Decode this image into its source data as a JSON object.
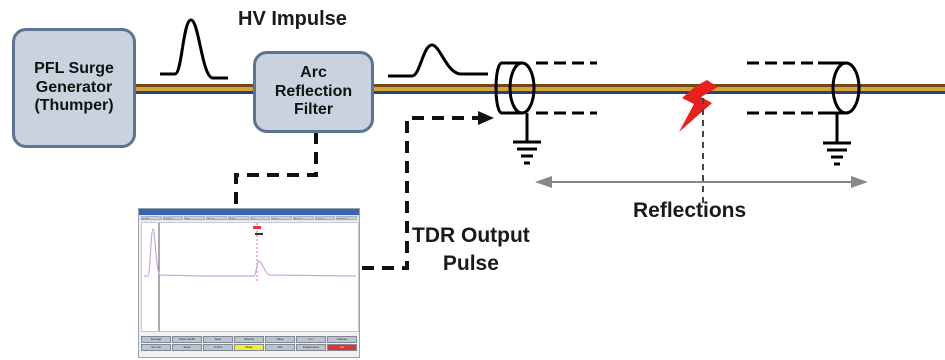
{
  "labels": {
    "generator": [
      "PFL Surge",
      "Generator",
      "(Thumper)"
    ],
    "filter": [
      "Arc",
      "Reflection",
      "Filter"
    ],
    "hv_impulse": "HV Impulse",
    "tdr_output": [
      "TDR Output",
      "Pulse"
    ],
    "reflections": "Reflections"
  },
  "colors": {
    "cable": "#c08a2b",
    "box_fill": "#c9d3e0",
    "box_border": "#5b7394",
    "fault": "#e8211f",
    "arrow": "#888888"
  },
  "tdr_screen": {
    "menu": [
      "Cable",
      "Setting",
      "Dis",
      "Zoom",
      "Pulse",
      "Vel",
      "Gain",
      "Range",
      "Cursor",
      "Options"
    ],
    "buttons_row1": [
      "Storage",
      "Pulse Width",
      "Gain",
      "Velocity",
      "Save",
      "Zero",
      "Capture"
    ],
    "buttons_row2": [
      "Set Vel",
      "Store",
      "X-Pos",
      "Mode",
      "File",
      "Preferences",
      "Arc"
    ]
  }
}
